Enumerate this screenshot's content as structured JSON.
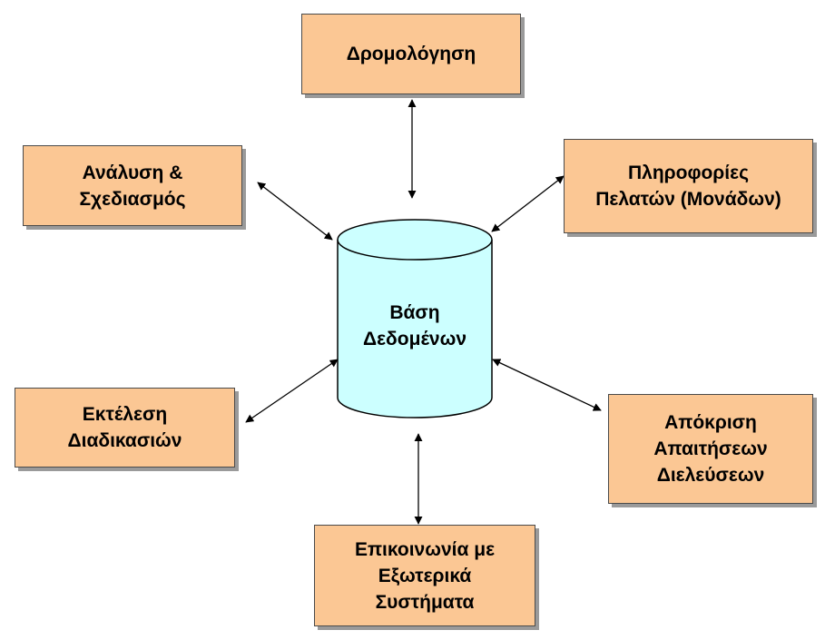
{
  "diagram": {
    "center": {
      "label": "Βάση\nΔεδομένων"
    },
    "nodes": {
      "top": {
        "label": "Δρομολόγηση"
      },
      "left1": {
        "label": "Ανάλυση &\nΣχεδιασμός"
      },
      "right1": {
        "label": "Πληροφορίες\nΠελατών (Μονάδων)"
      },
      "left2": {
        "label": "Εκτέλεση\nΔιαδικασιών"
      },
      "right2": {
        "label": "Απόκριση\nΑπαιτήσεων\n Διελεύσεων"
      },
      "bottom": {
        "label": "Επικοινωνία με\nΕξωτερικά\nΣυστήματα"
      }
    },
    "colors": {
      "node_fill": "#fbc794",
      "db_fill": "#ccffff",
      "stroke": "#000000"
    }
  }
}
